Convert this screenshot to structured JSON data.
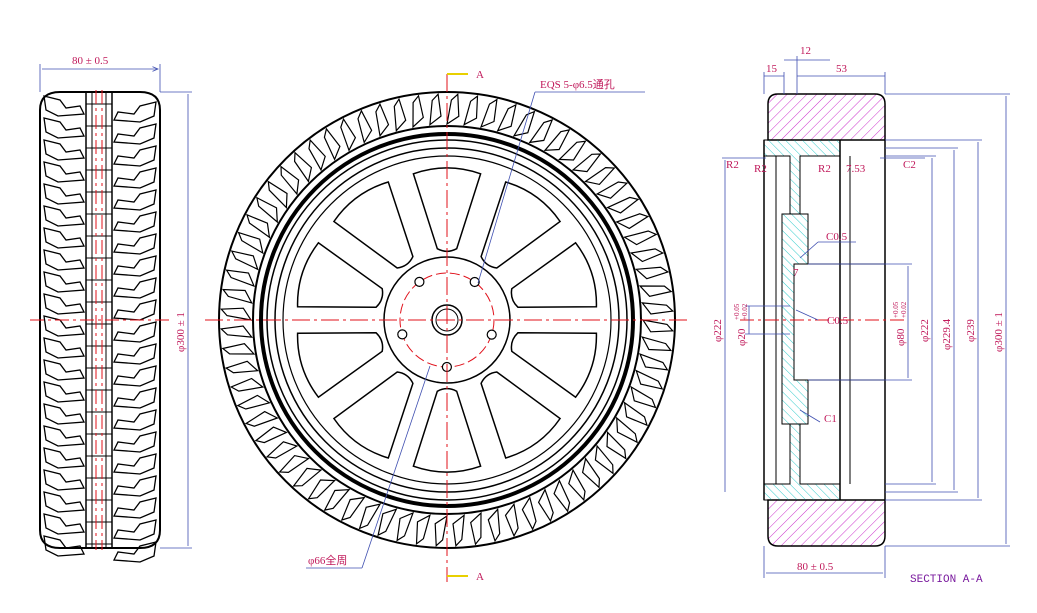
{
  "side_view": {
    "width_dim": "80 ± 0.5",
    "diameter_dim": "φ300 ± 1"
  },
  "front_view": {
    "section_mark_top": "A",
    "section_mark_bottom": "A",
    "hole_callout": "EQS 5-φ6.5通孔",
    "pcd_callout": "φ66全周"
  },
  "section_view": {
    "dim_12": "12",
    "dim_15": "15",
    "dim_53": "53",
    "r2_a": "R2",
    "r2_b": "R2",
    "r2_c": "R2",
    "dim_753": "7.53",
    "c2": "C2",
    "c05_top": "C0.5",
    "dim_7": "7",
    "c05_mid": "C0.5",
    "c1": "C1",
    "d222_left": "φ222",
    "d20_tol": "φ20",
    "d20_tol_sup": "+0.05",
    "d20_tol_sub": "+0.02",
    "d80_tol": "φ80",
    "d80_tol_sup": "+0.05",
    "d80_tol_sub": "+0.02",
    "d222_right": "φ222",
    "d2294": "φ229.4",
    "d239": "φ239",
    "d300": "φ300 ± 1",
    "width_bottom": "80 ± 0.5",
    "section_title": "SECTION A-A"
  },
  "colors": {
    "dimension": "#3f4fb0",
    "text": "#c0185a",
    "centerline": "#e0101a",
    "axis_mark": "#e8d000",
    "hatch_rubber": "#cc33cc",
    "hatch_hub": "#33cccc"
  }
}
